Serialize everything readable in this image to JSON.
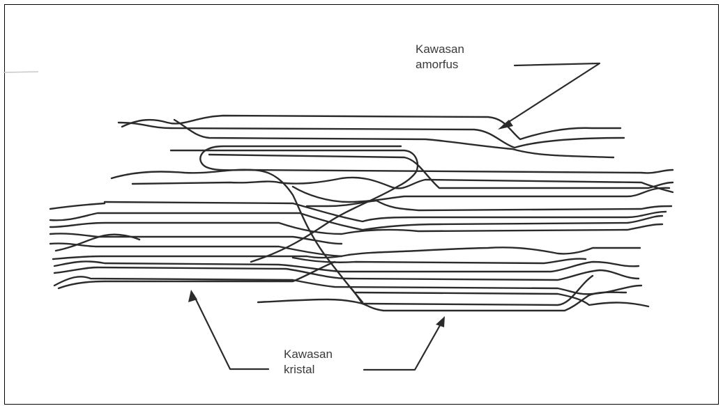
{
  "labels": {
    "amorphous_line1": "Kawasan",
    "amorphous_line2": "amorfus",
    "crystal_line1": "Kawasan",
    "crystal_line2": "kristal"
  },
  "colors": {
    "ink": "#2b2b2b",
    "text": "#3a3a3a",
    "background": "#ffffff"
  }
}
